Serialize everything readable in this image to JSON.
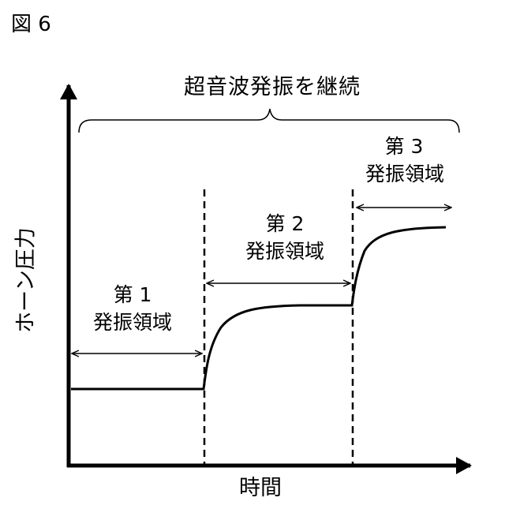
{
  "figure": {
    "title": "図 6",
    "bracket_label": "超音波発振を継続",
    "y_axis_label": "ホーン圧力",
    "x_axis_label": "時間",
    "regions": [
      {
        "line1": "第 1",
        "line2": "発振領域"
      },
      {
        "line1": "第 2",
        "line2": "発振領域"
      },
      {
        "line1": "第 3",
        "line2": "発振領域"
      }
    ]
  },
  "colors": {
    "ink": "#000000",
    "background": "#ffffff"
  }
}
